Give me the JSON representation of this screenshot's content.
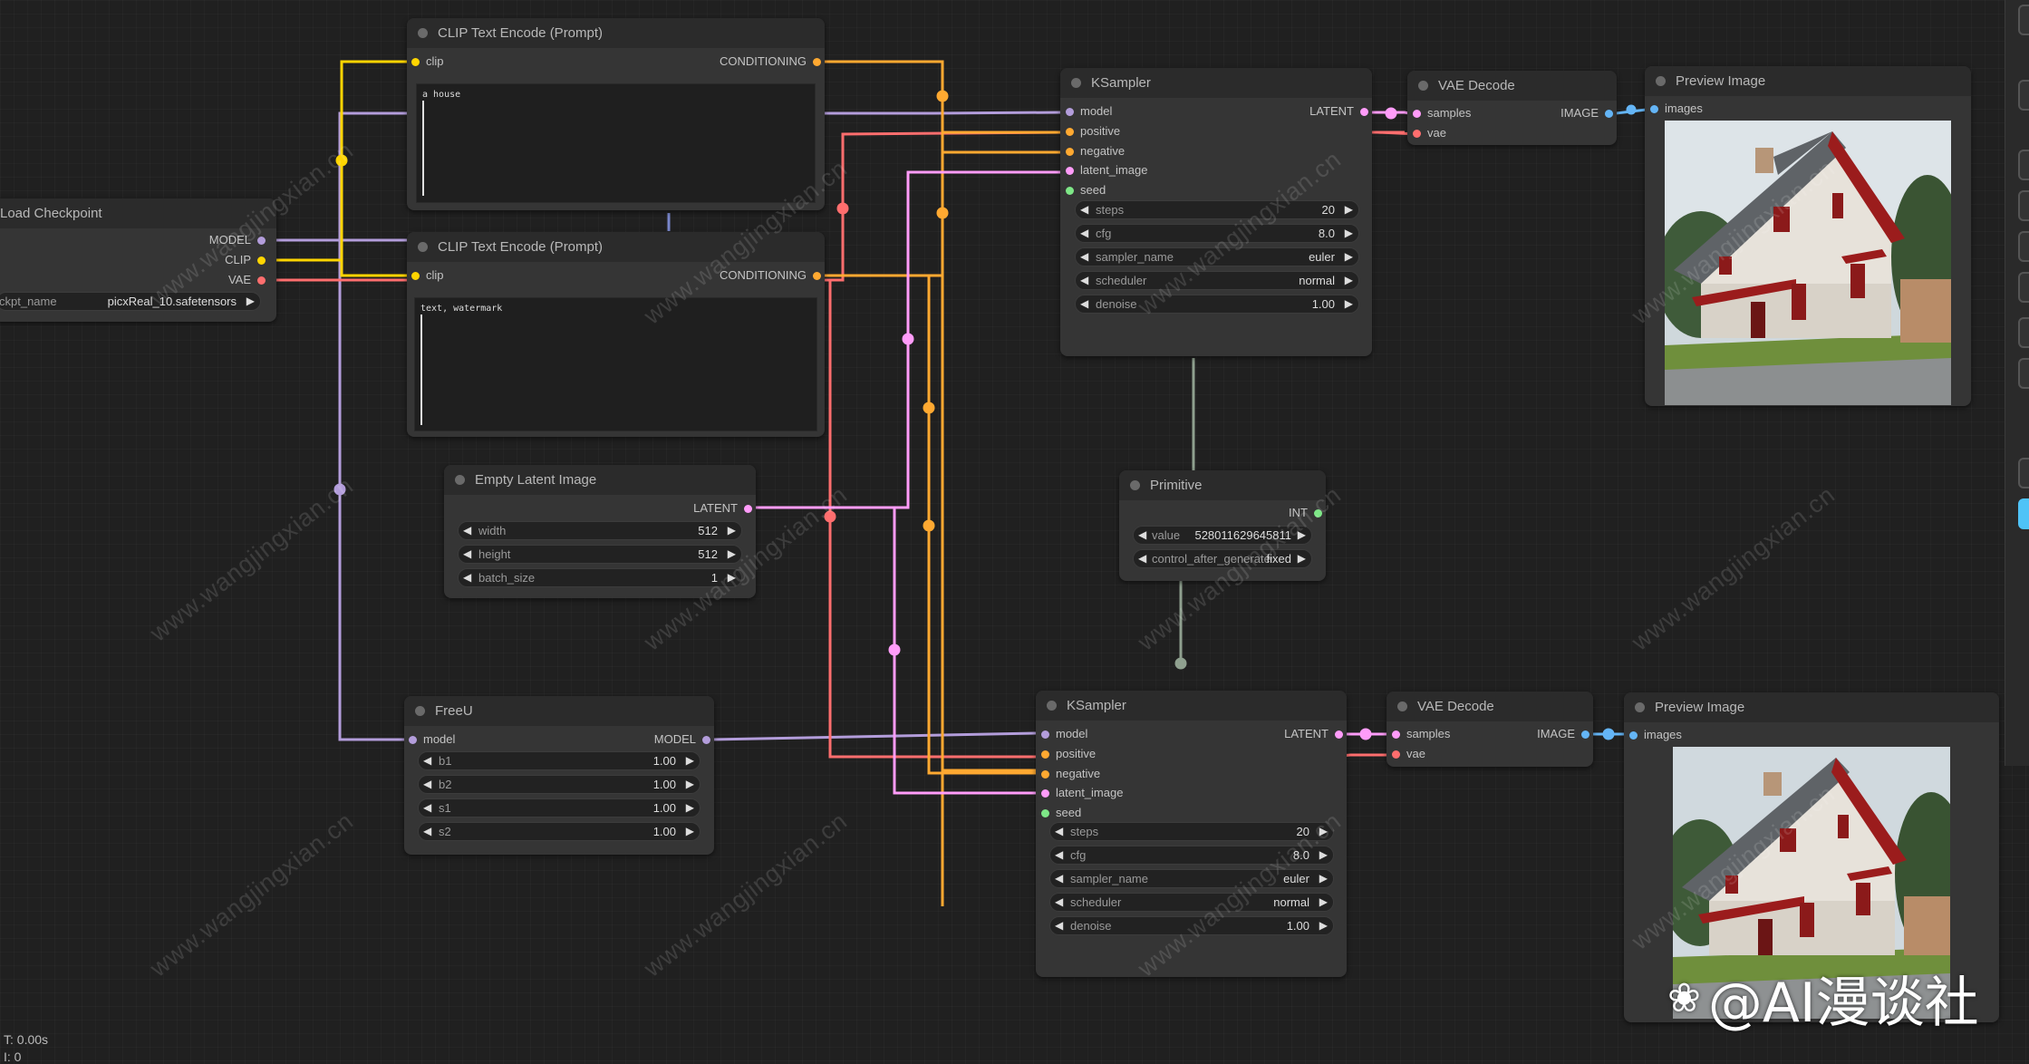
{
  "nodes": {
    "load_checkpoint": {
      "title": "Load Checkpoint",
      "outputs": [
        "MODEL",
        "CLIP",
        "VAE"
      ],
      "widget_name": "ckpt_name",
      "widget_value": "picxReal_10.safetensors"
    },
    "clip_pos": {
      "title": "CLIP Text Encode (Prompt)",
      "input": "clip",
      "output": "CONDITIONING",
      "text": "a house"
    },
    "clip_neg": {
      "title": "CLIP Text Encode (Prompt)",
      "input": "clip",
      "output": "CONDITIONING",
      "text": "text, watermark"
    },
    "empty_latent": {
      "title": "Empty Latent Image",
      "output": "LATENT",
      "widgets": [
        {
          "name": "width",
          "value": "512"
        },
        {
          "name": "height",
          "value": "512"
        },
        {
          "name": "batch_size",
          "value": "1"
        }
      ]
    },
    "ksampler_1": {
      "title": "KSampler",
      "inputs": [
        "model",
        "positive",
        "negative",
        "latent_image",
        "seed"
      ],
      "output": "LATENT",
      "widgets": [
        {
          "name": "steps",
          "value": "20"
        },
        {
          "name": "cfg",
          "value": "8.0"
        },
        {
          "name": "sampler_name",
          "value": "euler"
        },
        {
          "name": "scheduler",
          "value": "normal"
        },
        {
          "name": "denoise",
          "value": "1.00"
        }
      ]
    },
    "ksampler_2": {
      "title": "KSampler",
      "inputs": [
        "model",
        "positive",
        "negative",
        "latent_image",
        "seed"
      ],
      "output": "LATENT",
      "widgets": [
        {
          "name": "steps",
          "value": "20"
        },
        {
          "name": "cfg",
          "value": "8.0"
        },
        {
          "name": "sampler_name",
          "value": "euler"
        },
        {
          "name": "scheduler",
          "value": "normal"
        },
        {
          "name": "denoise",
          "value": "1.00"
        }
      ]
    },
    "vae_decode_1": {
      "title": "VAE Decode",
      "inputs": [
        "samples",
        "vae"
      ],
      "output": "IMAGE"
    },
    "vae_decode_2": {
      "title": "VAE Decode",
      "inputs": [
        "samples",
        "vae"
      ],
      "output": "IMAGE"
    },
    "preview_1": {
      "title": "Preview Image",
      "input": "images"
    },
    "preview_2": {
      "title": "Preview Image",
      "input": "images"
    },
    "primitive": {
      "title": "Primitive",
      "output": "INT",
      "widgets": [
        {
          "name": "value",
          "value": "528011629645811"
        },
        {
          "name": "control_after_generate",
          "value": "fixed"
        }
      ]
    },
    "freeu": {
      "title": "FreeU",
      "input": "model",
      "output": "MODEL",
      "widgets": [
        {
          "name": "b1",
          "value": "1.00"
        },
        {
          "name": "b2",
          "value": "1.00"
        },
        {
          "name": "s1",
          "value": "1.00"
        },
        {
          "name": "s2",
          "value": "1.00"
        }
      ]
    }
  },
  "status": {
    "time": "T: 0.00s",
    "iter": "I: 0"
  },
  "watermark_text": "www.wangjingxian.cn",
  "brand_text": "@AI漫谈社",
  "colors": {
    "model": "#b39ddb",
    "clip": "#ffd500",
    "vae": "#ff6e6e",
    "conditioning": "#ffa931",
    "latent": "#ff9cf9",
    "image": "#64b5f6",
    "int": "#7ee787"
  }
}
